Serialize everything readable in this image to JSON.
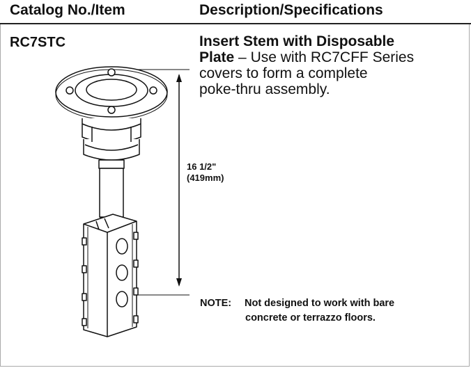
{
  "header": {
    "catalog_label": "Catalog No./Item",
    "description_label": "Description/Specifications"
  },
  "item": {
    "catalog_no": "RC7STC",
    "title": "Insert Stem with Disposable Plate",
    "title_line1": "Insert Stem with Disposable",
    "title_line2": "Plate",
    "separator": " – ",
    "description": "Use with RC7CFF Series covers to form a complete poke-thru assembly.",
    "desc_line1": "Use with RC7CFF Series",
    "desc_line2": "covers to form a complete",
    "desc_line3": "poke-thru assembly."
  },
  "dimension": {
    "imperial": "16 1/2\"",
    "metric": "(419mm)"
  },
  "note": {
    "label": "NOTE:",
    "line1": "Not designed to work with bare",
    "line2": "concrete or terrazzo floors."
  }
}
